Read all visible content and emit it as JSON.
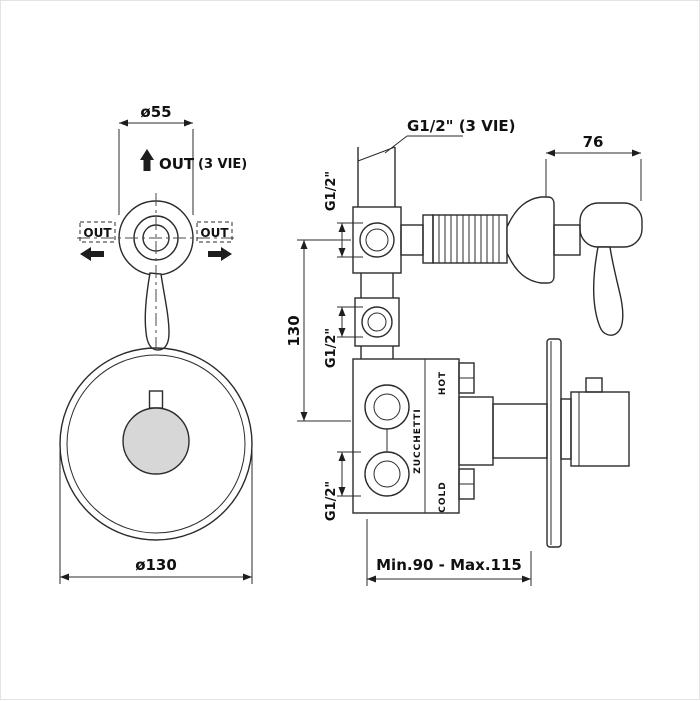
{
  "page": {
    "background": "#ffffff",
    "line_color": "#2b2b2b",
    "handle_fill_color": "#d7d7d7"
  },
  "front_view": {
    "dim_top": "ø55",
    "out_top": "OUT",
    "out_top_note": "(3 VIE)",
    "out_left": "OUT",
    "out_right": "OUT",
    "dim_plate": "ø130"
  },
  "side_view": {
    "top_thread": "G1/2\" (3 VIE)",
    "dim_width": "76",
    "ports": [
      "G1/2\"",
      "G1/2\"",
      "G1/2\""
    ],
    "dim_height": "130",
    "hot": "HOT",
    "cold": "COLD",
    "brand": "ZUCCHETTI",
    "dim_depth": "Min.90 - Max.115"
  }
}
